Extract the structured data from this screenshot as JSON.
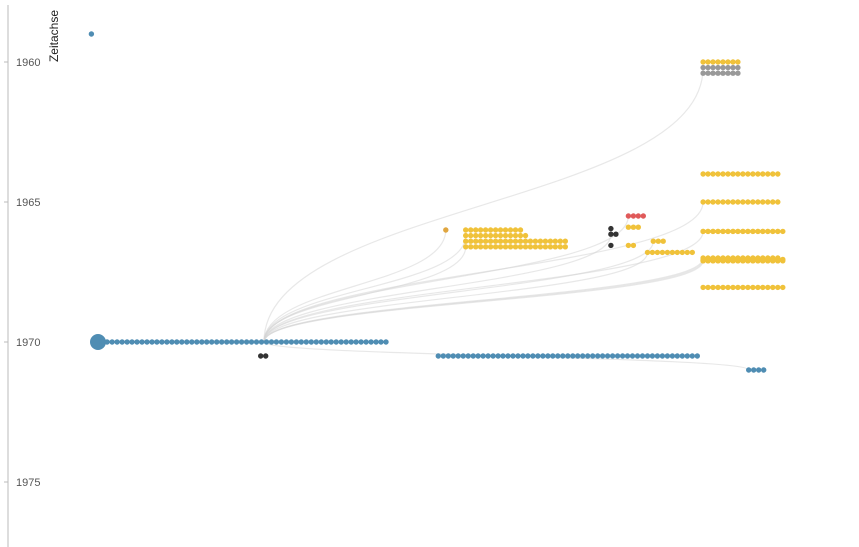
{
  "chart_data": {
    "type": "scatter",
    "title": "",
    "xlabel": "",
    "ylabel": "Zeitachse",
    "y_axis": {
      "ticks": [
        1960,
        1965,
        1970,
        1975
      ],
      "range": [
        1958.9,
        1977.2
      ],
      "reversed": true
    },
    "x_axis": {
      "shown": false,
      "range": [
        0,
        100
      ]
    },
    "grid": false,
    "legend": "none",
    "colors": {
      "blue": "#4f8db3",
      "orange": "#e0a640",
      "yellow": "#f0c23a",
      "gray": "#999999",
      "black": "#333333",
      "red": "#e05a5a"
    },
    "groups": [
      {
        "color": "blue",
        "size": "large",
        "y": 1970.0,
        "x_start": 10.0,
        "count": 1,
        "step": 1.0
      },
      {
        "color": "blue",
        "y": 1959.0,
        "x_start": 9.2,
        "count": 1,
        "step": 1.0
      },
      {
        "color": "blue",
        "y": 1970.0,
        "x_start": 10.5,
        "count": 58,
        "step": 0.6
      },
      {
        "color": "blue",
        "y": 1970.5,
        "x_start": 51.0,
        "count": 53,
        "step": 0.6
      },
      {
        "color": "blue",
        "y": 1971.0,
        "x_start": 88.4,
        "count": 4,
        "step": 0.6
      },
      {
        "color": "black",
        "y": 1970.5,
        "x_start": 29.6,
        "count": 2,
        "step": 0.6
      },
      {
        "color": "orange",
        "y": 1966.0,
        "x_start": 51.9,
        "count": 1,
        "step": 1.0
      },
      {
        "color": "yellow",
        "y": 1966.0,
        "x_start": 54.3,
        "count": 12,
        "step": 0.6
      },
      {
        "color": "yellow",
        "y": 1966.2,
        "x_start": 54.3,
        "count": 13,
        "step": 0.6
      },
      {
        "color": "yellow",
        "y": 1966.4,
        "x_start": 54.3,
        "count": 21,
        "step": 0.6
      },
      {
        "color": "yellow",
        "y": 1966.6,
        "x_start": 54.3,
        "count": 21,
        "step": 0.6
      },
      {
        "color": "black",
        "y": 1965.95,
        "x_start": 71.8,
        "count": 1,
        "step": 0.6
      },
      {
        "color": "black",
        "y": 1966.15,
        "x_start": 71.8,
        "count": 2,
        "step": 0.6
      },
      {
        "color": "black",
        "y": 1966.55,
        "x_start": 71.8,
        "count": 1,
        "step": 0.6
      },
      {
        "color": "red",
        "y": 1965.5,
        "x_start": 73.9,
        "count": 4,
        "step": 0.6
      },
      {
        "color": "yellow",
        "y": 1965.9,
        "x_start": 73.9,
        "count": 3,
        "step": 0.6
      },
      {
        "color": "yellow",
        "y": 1966.4,
        "x_start": 76.9,
        "count": 3,
        "step": 0.6
      },
      {
        "color": "yellow",
        "y": 1966.55,
        "x_start": 73.9,
        "count": 2,
        "step": 0.6
      },
      {
        "color": "yellow",
        "y": 1966.8,
        "x_start": 76.2,
        "count": 10,
        "step": 0.6
      },
      {
        "color": "yellow",
        "y": 1960.0,
        "x_start": 82.9,
        "count": 8,
        "step": 0.6
      },
      {
        "color": "gray",
        "y": 1960.2,
        "x_start": 82.9,
        "count": 8,
        "step": 0.6
      },
      {
        "color": "gray",
        "y": 1960.4,
        "x_start": 82.9,
        "count": 8,
        "step": 0.6
      },
      {
        "color": "yellow",
        "y": 1966.05,
        "x_start": 82.9,
        "count": 16,
        "step": 0.6
      },
      {
        "color": "yellow",
        "y": 1967.1,
        "x_start": 82.9,
        "count": 16,
        "step": 0.6
      },
      {
        "color": "yellow",
        "y": 1965.0,
        "x_start": 82.9,
        "count": 16,
        "step": 0.6
      },
      {
        "color": "yellow",
        "y": 1964.0,
        "x_start": 82.9,
        "count": 16,
        "step": 0.6
      },
      {
        "color": "yellow",
        "y": 1967.0,
        "x_start": 82.9,
        "count": 16,
        "step": 0.6
      },
      {
        "color": "yellow",
        "y": 1967.1,
        "x_start": 82.9,
        "count": 16,
        "step": 0.6
      },
      {
        "color": "yellow",
        "y": 1968.05,
        "x_start": 82.9,
        "count": 17,
        "step": 0.6
      },
      {
        "color": "yellow",
        "y": 1967.1,
        "x_start": 82.9,
        "count": 17,
        "step": 0.6
      },
      {
        "color": "yellow",
        "y": 1966.05,
        "x_start": 82.9,
        "count": 17,
        "step": 0.6
      },
      {
        "color": "yellow",
        "y": 1967.05,
        "x_start": 82.9,
        "count": 17,
        "step": 0.6
      },
      {
        "color": "yellow",
        "y": 1966.05,
        "x_start": 82.9,
        "count": 17,
        "step": 0.6
      },
      {
        "color": "yellow",
        "y": 1968.05,
        "x_start": 82.9,
        "count": 17,
        "step": 0.6
      },
      {
        "color": "yellow",
        "y": 1967.1,
        "x_start": 82.9,
        "count": 17,
        "step": 0.6
      },
      {
        "color": "yellow",
        "y": 1966.05,
        "x_start": 82.9,
        "count": 17,
        "step": 0.6
      },
      {
        "color": "yellow",
        "y": 1967.1,
        "x_start": 82.9,
        "count": 17,
        "step": 0.6
      },
      {
        "color": "yellow",
        "y": 1968.05,
        "x_start": 82.9,
        "count": 17,
        "step": 0.6
      },
      {
        "color": "yellow",
        "y": 1968.05,
        "x_start": 82.9,
        "count": 17,
        "step": 0.6
      },
      {
        "color": "yellow",
        "y": 1966.05,
        "x_start": 82.9,
        "count": 17,
        "step": 0.6
      },
      {
        "color": "yellow",
        "y": 1967.1,
        "x_start": 82.9,
        "count": 17,
        "step": 0.6
      },
      {
        "color": "yellow",
        "y": 1968.05,
        "x_start": 82.9,
        "count": 17,
        "step": 0.6
      },
      {
        "color": "yellow",
        "y": 1966.05,
        "x_start": 82.9,
        "count": 17,
        "step": 0.6
      },
      {
        "color": "yellow",
        "y": 1967.1,
        "x_start": 82.9,
        "count": 17,
        "step": 0.6
      },
      {
        "color": "yellow",
        "y": 1968.05,
        "x_start": 82.9,
        "count": 17,
        "step": 0.6
      },
      {
        "color": "yellow",
        "y": 1966.05,
        "x_start": 82.9,
        "count": 17,
        "step": 0.6
      },
      {
        "color": "yellow",
        "y": 1967.1,
        "x_start": 82.9,
        "count": 17,
        "step": 0.6
      },
      {
        "color": "yellow",
        "y": 1968.05,
        "x_start": 82.9,
        "count": 17,
        "step": 0.6
      },
      {
        "color": "yellow",
        "y": 1966.05,
        "x_start": 82.9,
        "count": 17,
        "step": 0.6
      }
    ]
  }
}
